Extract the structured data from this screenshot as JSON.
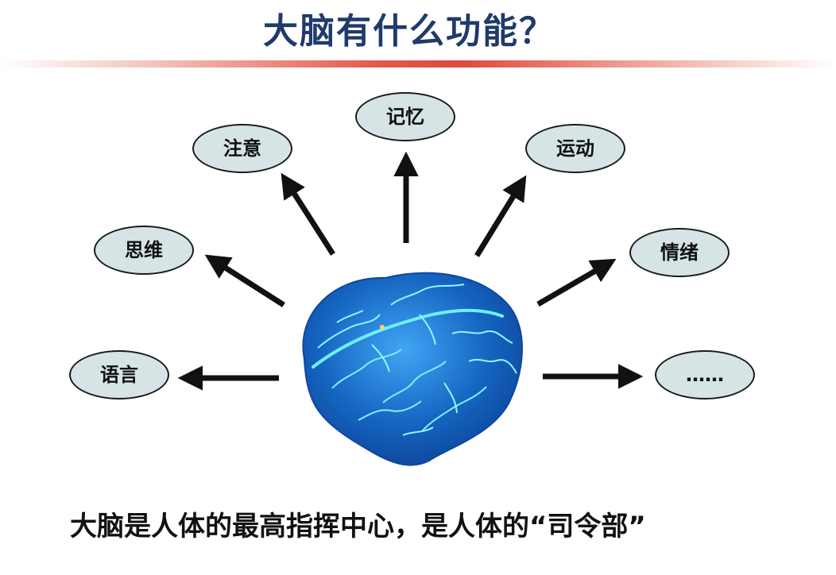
{
  "title": "大脑有什么功能？",
  "functions": {
    "memory": "记忆",
    "attention": "注意",
    "movement": "运动",
    "thinking": "思维",
    "emotion": "情绪",
    "language": "语言",
    "more": "……"
  },
  "caption": "大脑是人体的最高指挥中心，是人体的“司令部”",
  "colors": {
    "title": "#1f3a6b",
    "node_fill": "#d7e4e6",
    "brain": "#1e88e5"
  }
}
